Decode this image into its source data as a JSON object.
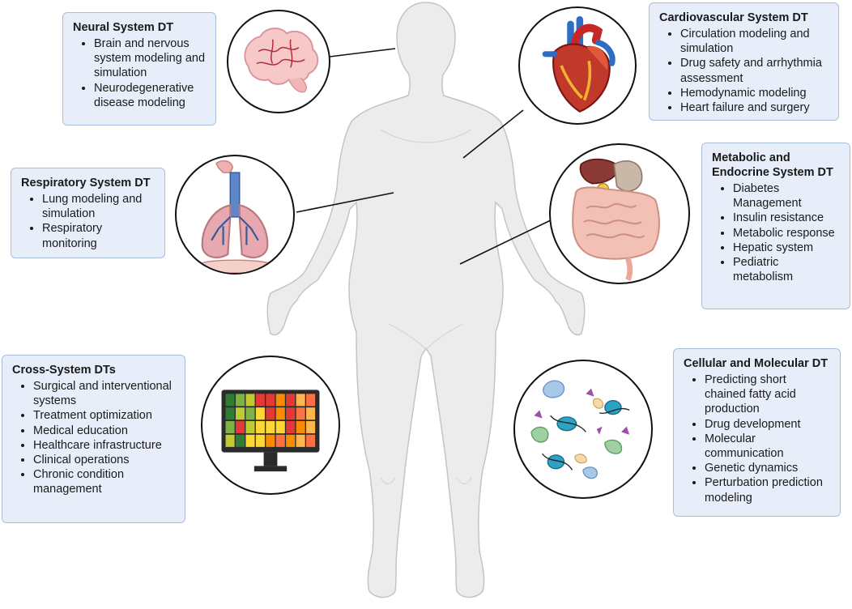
{
  "systems": {
    "neural": {
      "title": "Neural System DT",
      "items": [
        "Brain and nervous system modeling and simulation",
        "Neurodegenerative disease modeling"
      ]
    },
    "cardio": {
      "title": "Cardiovascular System DT",
      "items": [
        "Circulation modeling and simulation",
        "Drug safety and arrhythmia assessment",
        "Hemodynamic modeling",
        "Heart failure and surgery"
      ]
    },
    "respiratory": {
      "title": "Respiratory System DT",
      "items": [
        "Lung modeling and simulation",
        "Respiratory monitoring"
      ]
    },
    "metabolic": {
      "title": "Metabolic and Endocrine System DT",
      "items": [
        "Diabetes Management",
        "Insulin resistance",
        "Metabolic response",
        "Hepatic system",
        "Pediatric metabolism"
      ]
    },
    "cross": {
      "title": "Cross-System DTs",
      "items": [
        "Surgical and interventional systems",
        "Treatment optimization",
        "Medical education",
        "Healthcare infrastructure",
        "Clinical operations",
        "Chronic condition management"
      ]
    },
    "cellular": {
      "title": "Cellular and Molecular DT",
      "items": [
        "Predicting short chained fatty acid production",
        "Drug development",
        "Molecular communication",
        "Genetic dynamics",
        "Perturbation prediction modeling"
      ]
    }
  },
  "icons": {
    "body": "human-body-figure",
    "neural": "brain-icon",
    "cardio": "heart-icon",
    "respiratory": "lungs-icon",
    "metabolic": "digestive-organs-icon",
    "cross": "monitor-heatmap-icon",
    "cellular": "molecules-icon"
  },
  "colors": {
    "box_fill": "#e7eef9",
    "box_border": "#a9bedd",
    "body_fill": "#ececec",
    "body_outline": "#c4c4c4"
  }
}
